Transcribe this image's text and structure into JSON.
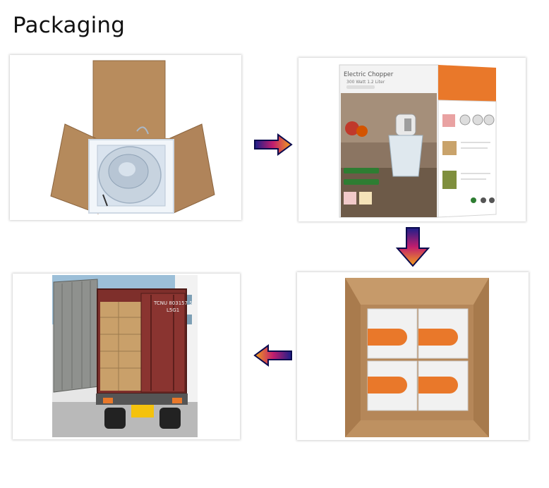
{
  "page": {
    "title": "Packaging"
  },
  "box_print": {
    "product_name": "Electric Chopper",
    "spec": "300 Watt 1.2 Liter"
  },
  "container_print": {
    "number": "TCNU 803157 5",
    "type": "L5G1"
  },
  "colors": {
    "cardboard": "#b98d5e",
    "cardboard_dark": "#9a7046",
    "orange": "#e9782a",
    "arrow_outline": "#1a1a6e"
  },
  "steps": [
    {
      "icon": "open-carton-with-foam-icon"
    },
    {
      "icon": "retail-gift-box-icon"
    },
    {
      "icon": "master-carton-with-boxes-icon"
    },
    {
      "icon": "container-truck-loading-icon"
    }
  ]
}
